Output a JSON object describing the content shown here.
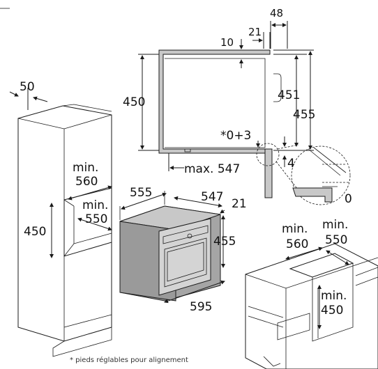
{
  "dimensions": {
    "top_48": "48",
    "top_21": "21",
    "top_10": "10",
    "side_451": "451",
    "side_455": "455",
    "left_450": "450",
    "tolerance": "*0+3",
    "gap_4": "4",
    "zero": "0",
    "max_547": "max. 547",
    "col_50": "50",
    "col_min": "min.",
    "col_560": "560",
    "col_550_min": "min.",
    "col_550": "550",
    "col_450": "450",
    "oven_555": "555",
    "oven_547": "547",
    "oven_21": "21",
    "oven_455": "455",
    "oven_595": "595",
    "base_min1": "min.",
    "base_560": "560",
    "base_min2": "min.",
    "base_550": "550",
    "base_min3": "min.",
    "base_450": "450"
  },
  "footnote": "* pieds réglables pour alignement",
  "colors": {
    "panel": "#c8c8c8",
    "oven_body": "#a5a5a5",
    "line": "#1a1a1a"
  }
}
